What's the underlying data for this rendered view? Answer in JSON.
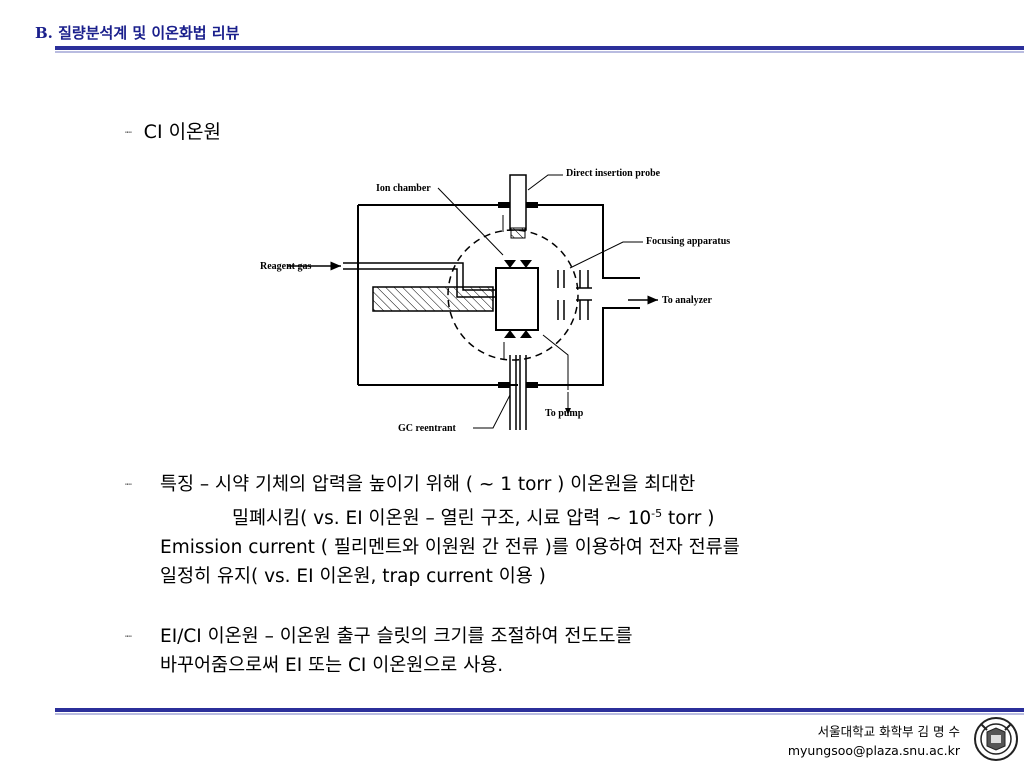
{
  "header": {
    "title": "B. 질량분석계 및 이온화법 리뷰"
  },
  "section": {
    "bullet": "┈",
    "heading": "CI   이온원"
  },
  "diagram": {
    "labels": {
      "direct_insertion_probe": "Direct insertion probe",
      "ion_chamber": "Ion chamber",
      "focusing_apparatus": "Focusing apparatus",
      "reagent_gas": "Reagent gas",
      "to_analyzer": "To analyzer",
      "to_pump": "To pump",
      "gc_reentrant": "GC reentrant"
    }
  },
  "paragraph1": {
    "bullet": "┈",
    "line1": "특징 – 시약 기체의 압력을 높이기 위해 ( ~ 1 torr ) 이온원을 최대한",
    "line2_pre": "밀폐시킴( vs. EI  이온원 – 열린 구조, 시료 압력 ~ 10",
    "line2_sup": "-5",
    "line2_post": " torr )",
    "line3": "Emission current ( 필리멘트와 이원원 간 전류 )를 이용하여 전자 전류를",
    "line4": "일정히 유지( vs. EI 이온원, trap current 이용 )"
  },
  "paragraph2": {
    "bullet": "┈",
    "line1": "EI/CI 이온원 – 이온원 출구 슬릿의 크기를 조절하여 전도도를",
    "line2": "바꾸어줌으로써 EI 또는 CI 이온원으로 사용."
  },
  "footer": {
    "affiliation": "서울대학교 화학부 김 명 수",
    "email": "myungsoo@plaza.snu.ac.kr"
  },
  "colors": {
    "accent": "#2b2f9a",
    "title": "#1a1f8c"
  }
}
